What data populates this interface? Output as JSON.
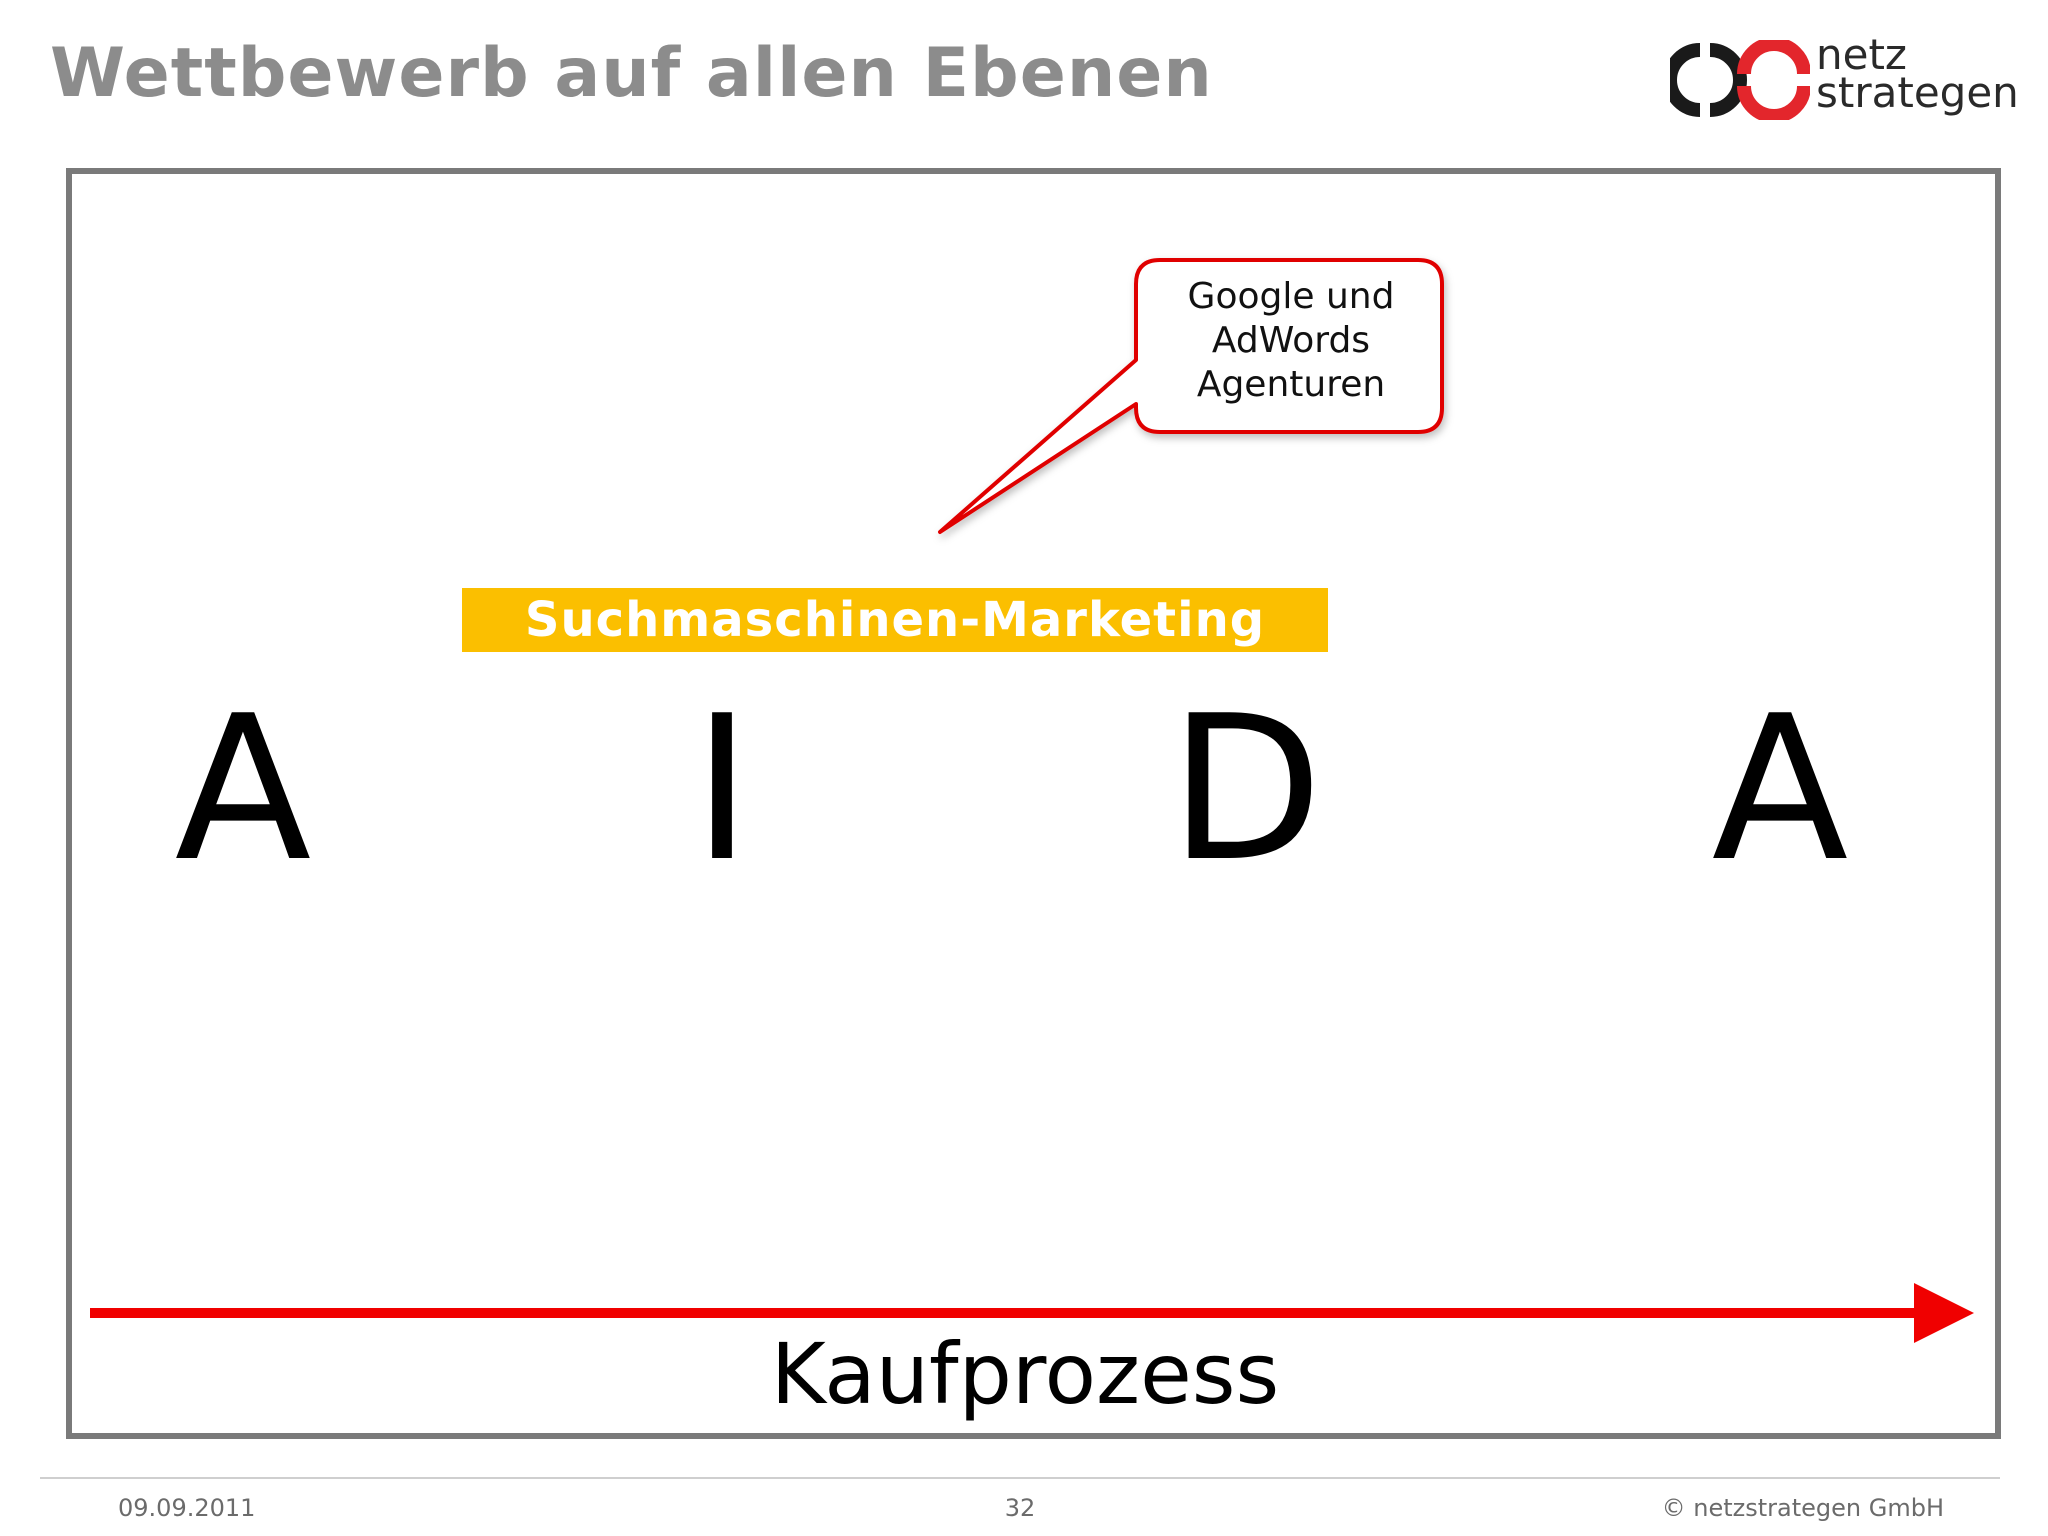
{
  "slide": {
    "title": "Wettbewerb auf allen Ebenen"
  },
  "logo": {
    "line1": "netz",
    "line2": "strategen",
    "colors": {
      "ring_left": "#1a1a1a",
      "ring_right": "#e3262c"
    }
  },
  "callout": {
    "lines": [
      "Google und",
      "AdWords",
      "Agenturen"
    ],
    "border_color": "#e00000"
  },
  "bar": {
    "label": "Suchmaschinen-Marketing",
    "color": "#fbbf00"
  },
  "aida": {
    "letters": [
      "A",
      "I",
      "D",
      "A"
    ]
  },
  "process": {
    "label": "Kaufprozess",
    "arrow_color": "#f00000"
  },
  "footer": {
    "date": "09.09.2011",
    "page": "32",
    "copyright": "© netzstrategen GmbH"
  }
}
